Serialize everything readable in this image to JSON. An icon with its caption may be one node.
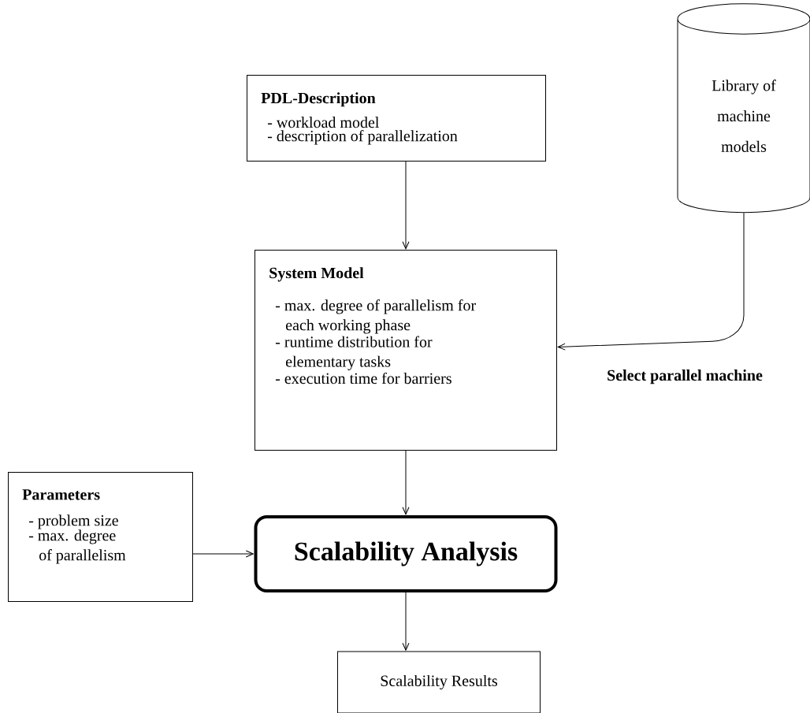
{
  "diagram": {
    "nodes": [
      {
        "text": [
          "PDL-Description",
          "- workload model",
          "- description of parallelization"
        ]
      },
      {
        "text": [
          "Library of machine models"
        ]
      },
      {
        "text": [
          "System Model",
          "- max. degree of parallelism for each working phase",
          "- runtime distribution for elementary tasks",
          "- execution time for barriers"
        ]
      },
      {
        "text": [
          "Parameters",
          "- problem size",
          "- max. degree of parallelism"
        ]
      },
      {
        "text": [
          "Scalability Analysis"
        ]
      },
      {
        "text": [
          "Scalability Results"
        ]
      }
    ],
    "edges": [
      {
        "from": 0,
        "to": 2,
        "arrow": "to"
      },
      {
        "from": 1,
        "to": 2,
        "arrow": "to",
        "label": "Select parallel machine"
      },
      {
        "from": 2,
        "to": 4,
        "arrow": "to"
      },
      {
        "from": 3,
        "to": 4,
        "arrow": "to"
      },
      {
        "from": 4,
        "to": 5,
        "arrow": "to"
      }
    ]
  }
}
